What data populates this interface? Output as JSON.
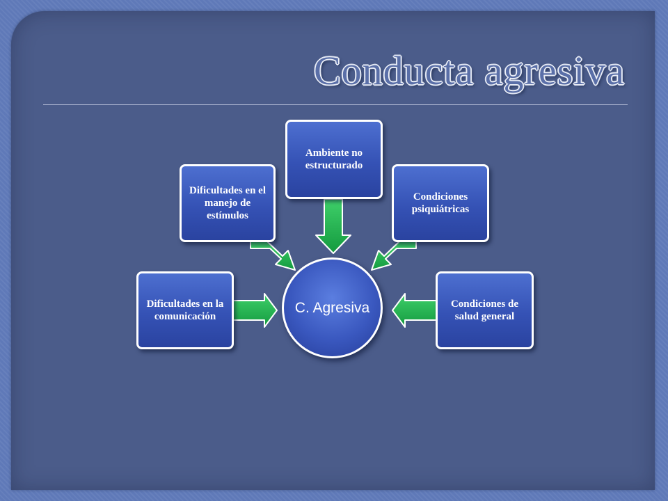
{
  "slide": {
    "title": "Conducta agresiva"
  },
  "diagram": {
    "center_label": "C. Agresiva",
    "nodes": [
      {
        "id": "comunicacion",
        "label": "Dificultades en la comunicación"
      },
      {
        "id": "estimulos",
        "label": "Dificultades en el manejo de estímulos"
      },
      {
        "id": "ambiente",
        "label": "Ambiente no estructurado"
      },
      {
        "id": "psiquiatricas",
        "label": "Condiciones psiquiátricas"
      },
      {
        "id": "salud",
        "label": "Condiciones de salud general"
      }
    ],
    "colors": {
      "box_fill": "#3552b5",
      "arrow_fill": "#1fb04f",
      "panel": "#4b5c8a",
      "background": "#5f79b8"
    }
  }
}
